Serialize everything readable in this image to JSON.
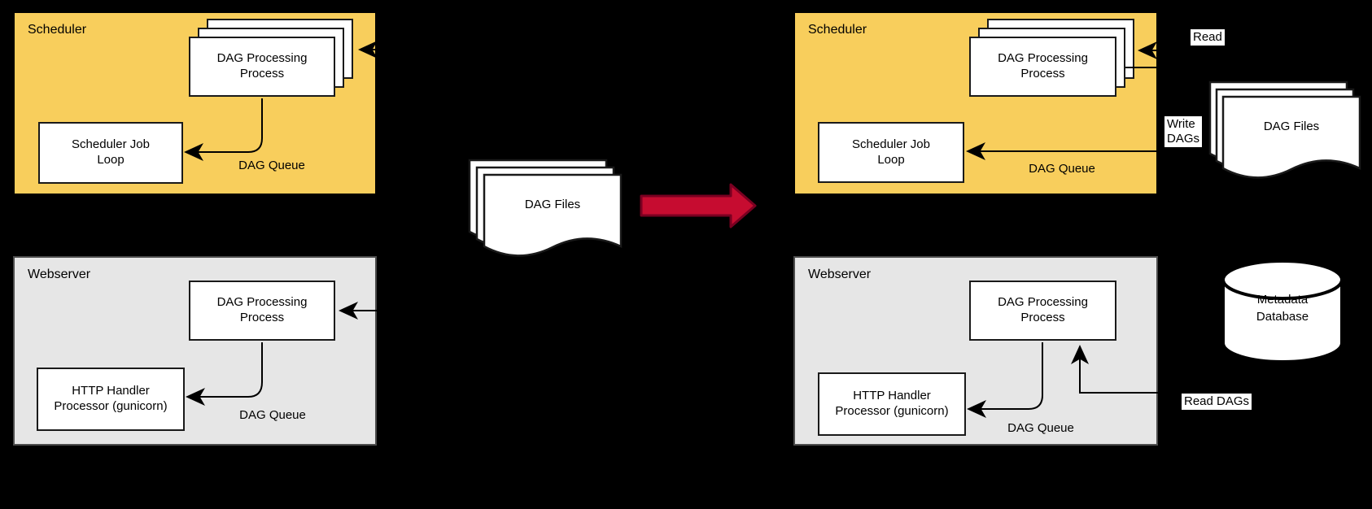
{
  "colors": {
    "background": "#000000",
    "scheduler_fill": "#F8CE5C",
    "scheduler_border": "#000000",
    "webserver_fill": "#E6E6E6",
    "webserver_border": "#4D4D4D",
    "shape_fill": "#FFFFFF",
    "shape_border": "#1A1A1A",
    "transform_arrow_fill": "#C60C30",
    "transform_arrow_stroke": "#7A0021"
  },
  "left": {
    "scheduler": {
      "title": "Scheduler",
      "dag_processing": "DAG Processing\nProcess",
      "job_loop": "Scheduler Job\nLoop",
      "dag_queue": "DAG Queue"
    },
    "webserver": {
      "title": "Webserver",
      "dag_processing": "DAG Processing\nProcess",
      "http_handler": "HTTP Handler\nProcessor (gunicorn)",
      "dag_queue": "DAG Queue"
    }
  },
  "middle": {
    "dag_files": "DAG Files"
  },
  "right": {
    "scheduler": {
      "title": "Scheduler",
      "dag_processing": "DAG Processing\nProcess",
      "job_loop": "Scheduler Job\nLoop",
      "dag_queue": "DAG Queue"
    },
    "webserver": {
      "title": "Webserver",
      "dag_processing": "DAG Processing\nProcess",
      "http_handler": "HTTP Handler\nProcessor (gunicorn)",
      "dag_queue": "DAG Queue"
    },
    "annotations": {
      "read": "Read",
      "write_dags": "Write\nDAGs",
      "read_dags": "Read DAGs"
    },
    "dag_files": "DAG Files",
    "metadata_database": "Metadata\nDatabase"
  }
}
